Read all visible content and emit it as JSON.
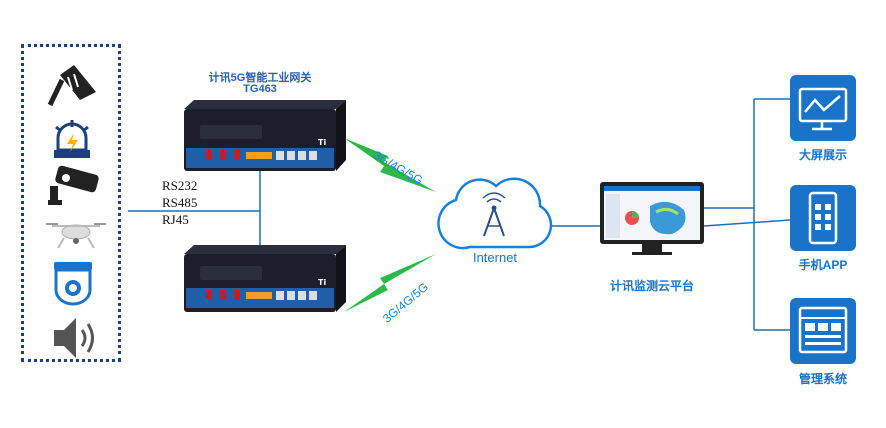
{
  "gateway": {
    "title_line1": "计讯5G智能工业网关",
    "title_line2": "TG463"
  },
  "protocols": [
    "RS232",
    "RS485",
    "RJ45"
  ],
  "network_labels": {
    "top": "3G/4G/5G",
    "bottom": "3G/4G/5G"
  },
  "internet_label": "Internet",
  "platform_label": "计讯监测云平台",
  "outputs": {
    "display": "大屏展示",
    "app": "手机APP",
    "mgmt": "管理系统"
  },
  "devices": [
    "license-plate-reader-icon",
    "alarm-light-icon",
    "security-camera-icon",
    "drone-icon",
    "dome-camera-icon",
    "speaker-icon"
  ],
  "colors": {
    "accent_blue": "#1a73c8",
    "lightning_green": "#2eb84a",
    "frame_blue": "#1f3f7a"
  }
}
